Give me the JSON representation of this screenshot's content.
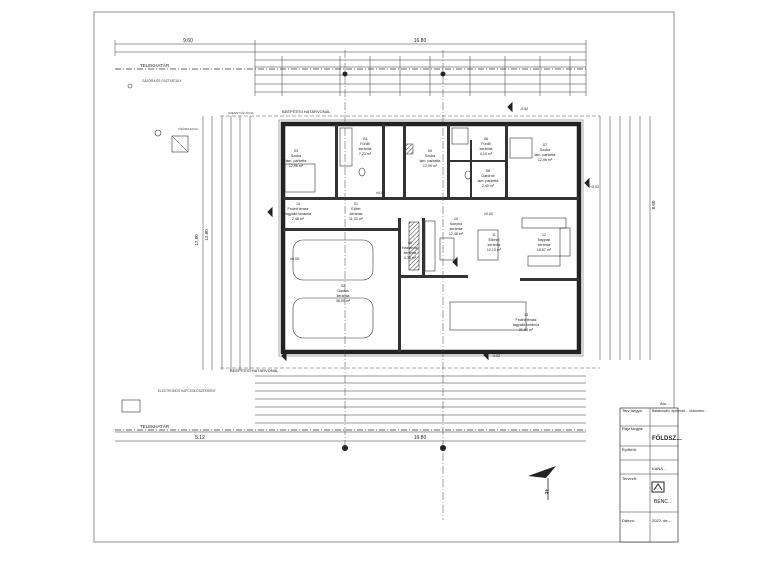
{
  "labels": {
    "telekhatar_top": "TELEKHATÁR",
    "telekhatar_bottom": "TELEKHATÁR",
    "epitesi_hatarvonal_top": "BEÉPÍTÉSI HATÁRVONAL",
    "epitesi_hatarvonal_bottom": "BEÉPÍTÉSI HATÁRVONAL",
    "gazorat": "GÁZÓRA ÉS GÁZTARTÁLY",
    "szennyviz_akna": "SZENNYVÍZ AKNA",
    "vizora_akna": "VÍZÓRA AKNA",
    "elektromos": "ELEKTROMOS KAPCSOLÓSZEKRÉNY"
  },
  "dims": {
    "overall_top": "16.80",
    "overall_bottom": "16.80",
    "left_top": "9.60",
    "left_bottom": "5.12",
    "side_left": "17.80",
    "side_right": "8.60",
    "side_inner_left": "12.80"
  },
  "rooms": [
    {
      "id": "03",
      "name": "Szoba",
      "floor": "lam. parketta",
      "area": "12,96 m²"
    },
    {
      "id": "04",
      "name": "Fürdő",
      "floor": "kerámia",
      "area": "7,23 m²"
    },
    {
      "id": "05",
      "name": "Szoba",
      "floor": "lam. parketta",
      "area": "12,09 m²"
    },
    {
      "id": "06",
      "name": "Fürdő",
      "floor": "kerámia",
      "area": "4,10 m²"
    },
    {
      "id": "08",
      "name": "Gardrób",
      "floor": "lam. parketta",
      "area": "2,40 m²"
    },
    {
      "id": "07",
      "name": "Szoba",
      "floor": "lam. parketta",
      "area": "12,96 m²"
    },
    {
      "id": "14",
      "name": "Fedett terasz",
      "floor": "fagyálló kerámia",
      "area": "2,48 m²"
    },
    {
      "id": "01",
      "name": "Előtér",
      "floor": "kerámia",
      "area": "11,33 m²"
    },
    {
      "id": "09",
      "name": "Háztartási",
      "floor": "kerámia",
      "area": "4,38 m²"
    },
    {
      "id": "10",
      "name": "Konyha",
      "floor": "kerámia",
      "area": "12,48 m²"
    },
    {
      "id": "11",
      "name": "Étkező",
      "floor": "kerámia",
      "area": "12,13 m²"
    },
    {
      "id": "12",
      "name": "Nappali",
      "floor": "kerámia",
      "area": "18,67 m²"
    },
    {
      "id": "02",
      "name": "Garázs",
      "floor": "kerámia",
      "area": "36,00 m²"
    },
    {
      "id": "13",
      "name": "Fedett terasz",
      "floor": "fagyálló kerámia",
      "area": "21,68 m²"
    }
  ],
  "levels": [
    "+0.02",
    "-0.62",
    "±0.00",
    "±0.00",
    "±0.00",
    "-0.02"
  ],
  "title_block": {
    "terv_targya_label": "Terv tárgya:",
    "terv_targya_value": "Balatonalm. építendő… dokumen…",
    "rajz_targya_label": "Rajz tárgya:",
    "rajz_targya_value": "FÖLDSZ…",
    "epittet_label": "Építtető:",
    "epittet_value": "KANA…",
    "tervezo_label": "Tervező:",
    "tervezo_value": "BENC…",
    "datum_label": "Dátum:",
    "datum_value": "2022. de…",
    "ato": "Ato…"
  },
  "colors": {
    "line": "#2a2a2a",
    "wall": "#333333",
    "paper": "#ffffff",
    "grey_text": "#555555"
  }
}
